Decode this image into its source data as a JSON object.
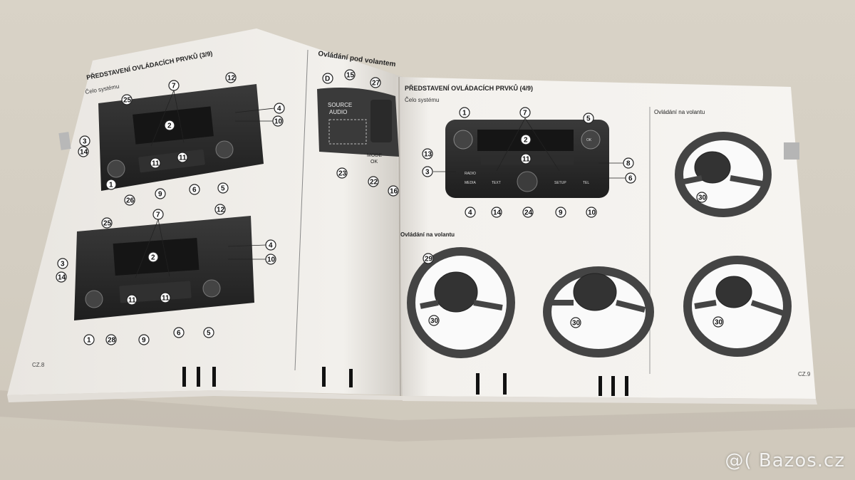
{
  "left_page": {
    "title": "PŘEDSTAVENÍ OVLÁDACÍCH PRVKŮ (3/9)",
    "subtitle": "Čelo systému",
    "right_column_title": "Ovládání pod volantem",
    "page_number": "CZ.8",
    "callouts_top": [
      "25",
      "12",
      "7",
      "4",
      "10",
      "3",
      "14",
      "1",
      "26",
      "9",
      "6",
      "5",
      "2",
      "11",
      "11"
    ],
    "callouts_bottom": [
      "25",
      "12",
      "7",
      "4",
      "10",
      "3",
      "14",
      "1",
      "28",
      "9",
      "6",
      "5",
      "2",
      "11",
      "11"
    ],
    "stalk_callouts": [
      "D",
      "15",
      "27",
      "23",
      "22",
      "16"
    ],
    "stalk_labels": [
      "SOURCE",
      "AUDIO",
      "MODE",
      "OK"
    ]
  },
  "right_page": {
    "title": "PŘEDSTAVENÍ OVLÁDACÍCH PRVKŮ (4/9)",
    "subtitle": "Čelo systému",
    "side_title": "Ovládání na volantu",
    "bottom_title": "Ovládání na volantu",
    "page_number": "CZ.9",
    "radio_callouts": [
      "1",
      "7",
      "5",
      "2",
      "11",
      "13",
      "8",
      "3",
      "6",
      "4",
      "14",
      "24",
      "9",
      "10"
    ],
    "radio_labels": [
      "RADIO",
      "MEDIA",
      "TEXT",
      "SETUP",
      "TEL",
      "OK"
    ],
    "wheel_callouts": [
      "29",
      "30",
      "30",
      "30",
      "30"
    ]
  },
  "watermark": "@( Bazos.cz",
  "colors": {
    "paper": "#f4f2ee",
    "device": "#2b2b2b",
    "background": "#d6d0c4"
  }
}
